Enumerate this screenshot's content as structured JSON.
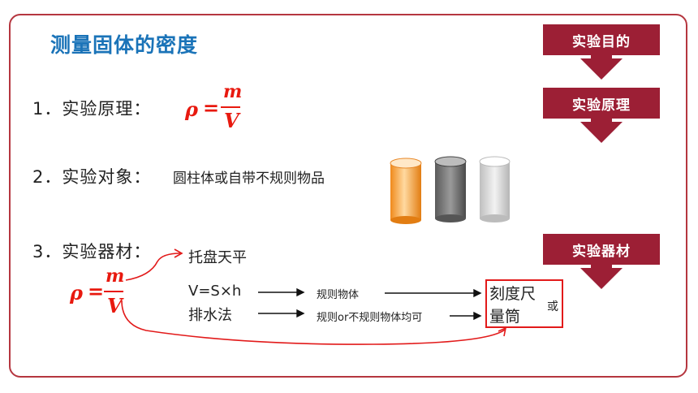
{
  "title": "测量固体的密度",
  "sections": [
    {
      "label": "1．实验原理：",
      "content": ""
    },
    {
      "label": "2．实验对象：",
      "content": "圆柱体或自带不规则物品"
    },
    {
      "label": "3．实验器材：",
      "content": ""
    }
  ],
  "formula": {
    "rho": "ρ",
    "eq": "=",
    "num": "m",
    "den": "V"
  },
  "equipment": {
    "balance": "托盘天平",
    "method1": "V=S×h",
    "method1_note": "规则物体",
    "method2": "排水法",
    "method2_note": "规则or不规则物体均可",
    "tool_line1": "刻度尺",
    "tool_or": "或",
    "tool_line2": "量筒"
  },
  "side_steps": [
    "实验目的",
    "实验原理",
    "实验器材"
  ],
  "colors": {
    "accent": "#9c1f35",
    "formula": "#e8190f",
    "title": "#1a73b8",
    "frame": "#b5363f"
  },
  "cylinders": [
    "orange",
    "dark-gray",
    "light-gray"
  ]
}
